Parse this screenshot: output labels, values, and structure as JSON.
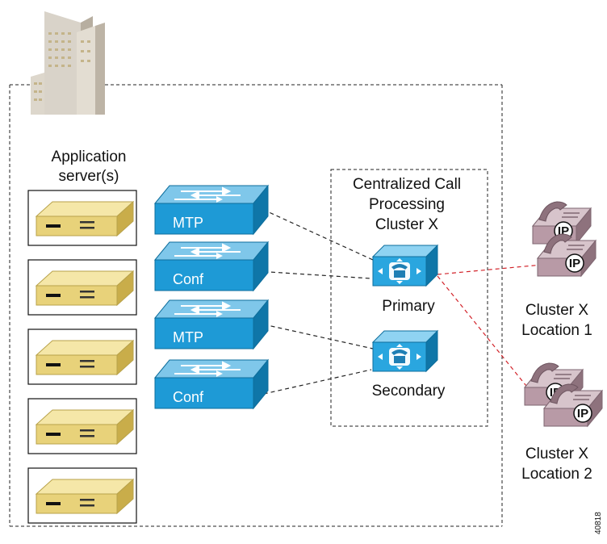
{
  "diagram": {
    "application_servers_label": [
      "Application",
      "server(s)"
    ],
    "cluster_box_label": [
      "Centralized Call",
      "Processing",
      "Cluster X"
    ],
    "switches": [
      {
        "label": "MTP"
      },
      {
        "label": "Conf"
      },
      {
        "label": "MTP"
      },
      {
        "label": "Conf"
      }
    ],
    "call_managers": [
      {
        "label": "Primary"
      },
      {
        "label": "Secondary"
      }
    ],
    "phone_badge": "IP",
    "locations": [
      {
        "label": [
          "Cluster X",
          "Location 1"
        ]
      },
      {
        "label": [
          "Cluster X",
          "Location 2"
        ]
      }
    ],
    "figure_id": "40818",
    "colors": {
      "switch_blue": "#1e9ad6",
      "server_yellow": "#e8d27a",
      "phone_mauve": "#b89aa6",
      "red_link": "#d2232a"
    }
  }
}
